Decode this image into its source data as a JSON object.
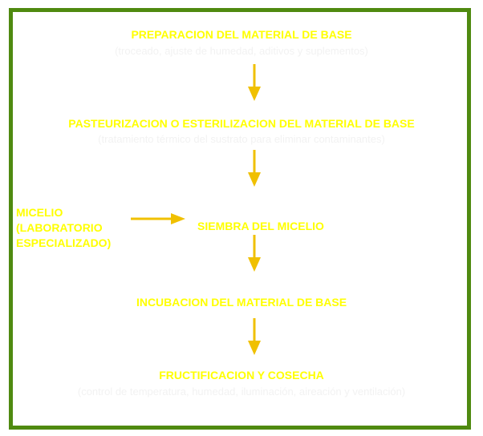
{
  "colors": {
    "frame_border": "#4f8a10",
    "title_text": "#ffff00",
    "subtitle_text": "#f2f2f2",
    "arrow": "#f0c000",
    "background": "#ffffff"
  },
  "steps": [
    {
      "title": "PREPARACION DEL MATERIAL DE BASE",
      "subtitle": "(troceado, ajuste de humedad, aditivos y suplementos)"
    },
    {
      "title": "PASTEURIZACION O ESTERILIZACION DEL MATERIAL DE BASE",
      "subtitle": "(tratamiento térmico del sustrato para eliminar contaminantes)"
    },
    {
      "title": "SIEMBRA DEL MICELIO"
    },
    {
      "title": "INCUBACION DEL MATERIAL DE BASE"
    },
    {
      "title": "FRUCTIFICACION Y COSECHA",
      "subtitle": "(control de temperatura, humedad, iluminación, aireación y ventilación)"
    }
  ],
  "side_input": {
    "label": "MICELIO\n(LABORATORIO\nESPECIALIZADO)"
  },
  "arrows": [
    {
      "from": "preparacion",
      "to": "pasteurizacion",
      "direction": "down"
    },
    {
      "from": "pasteurizacion",
      "to": "siembra",
      "direction": "down"
    },
    {
      "from": "micelio",
      "to": "siembra",
      "direction": "right"
    },
    {
      "from": "siembra",
      "to": "incubacion",
      "direction": "down"
    },
    {
      "from": "incubacion",
      "to": "fructificacion",
      "direction": "down"
    }
  ]
}
